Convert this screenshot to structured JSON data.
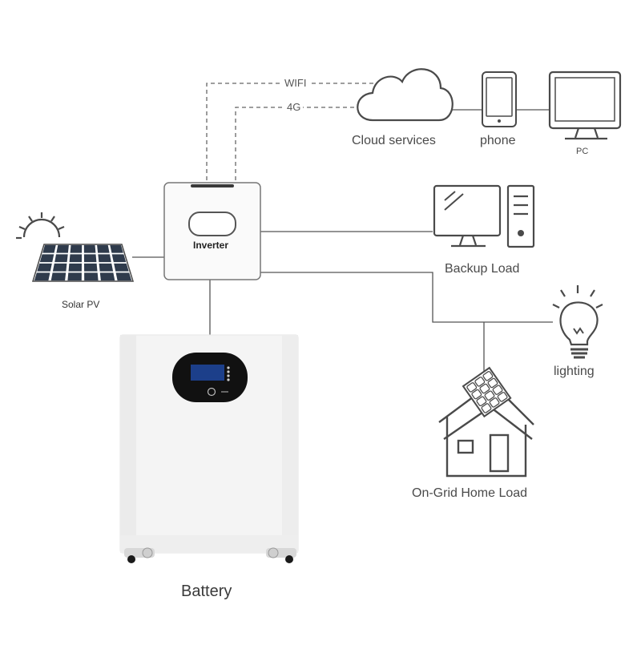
{
  "links": {
    "wifi_label": "WIFI",
    "g4_label": "4G"
  },
  "nodes": {
    "cloud": "Cloud services",
    "phone": "phone",
    "pc": "PC",
    "inverter": "Inverter",
    "backup_load": "Backup Load",
    "solar": "Solar PV",
    "lighting": "lighting",
    "home": "On-Grid Home Load",
    "battery": "Battery"
  },
  "colors": {
    "line": "#555555",
    "icon_stroke": "#4a4a4a",
    "solar_cell": "#2f3b4c",
    "battery_body": "#f4f4f4",
    "display": "#111111",
    "display_screen": "#1c3f8a"
  }
}
